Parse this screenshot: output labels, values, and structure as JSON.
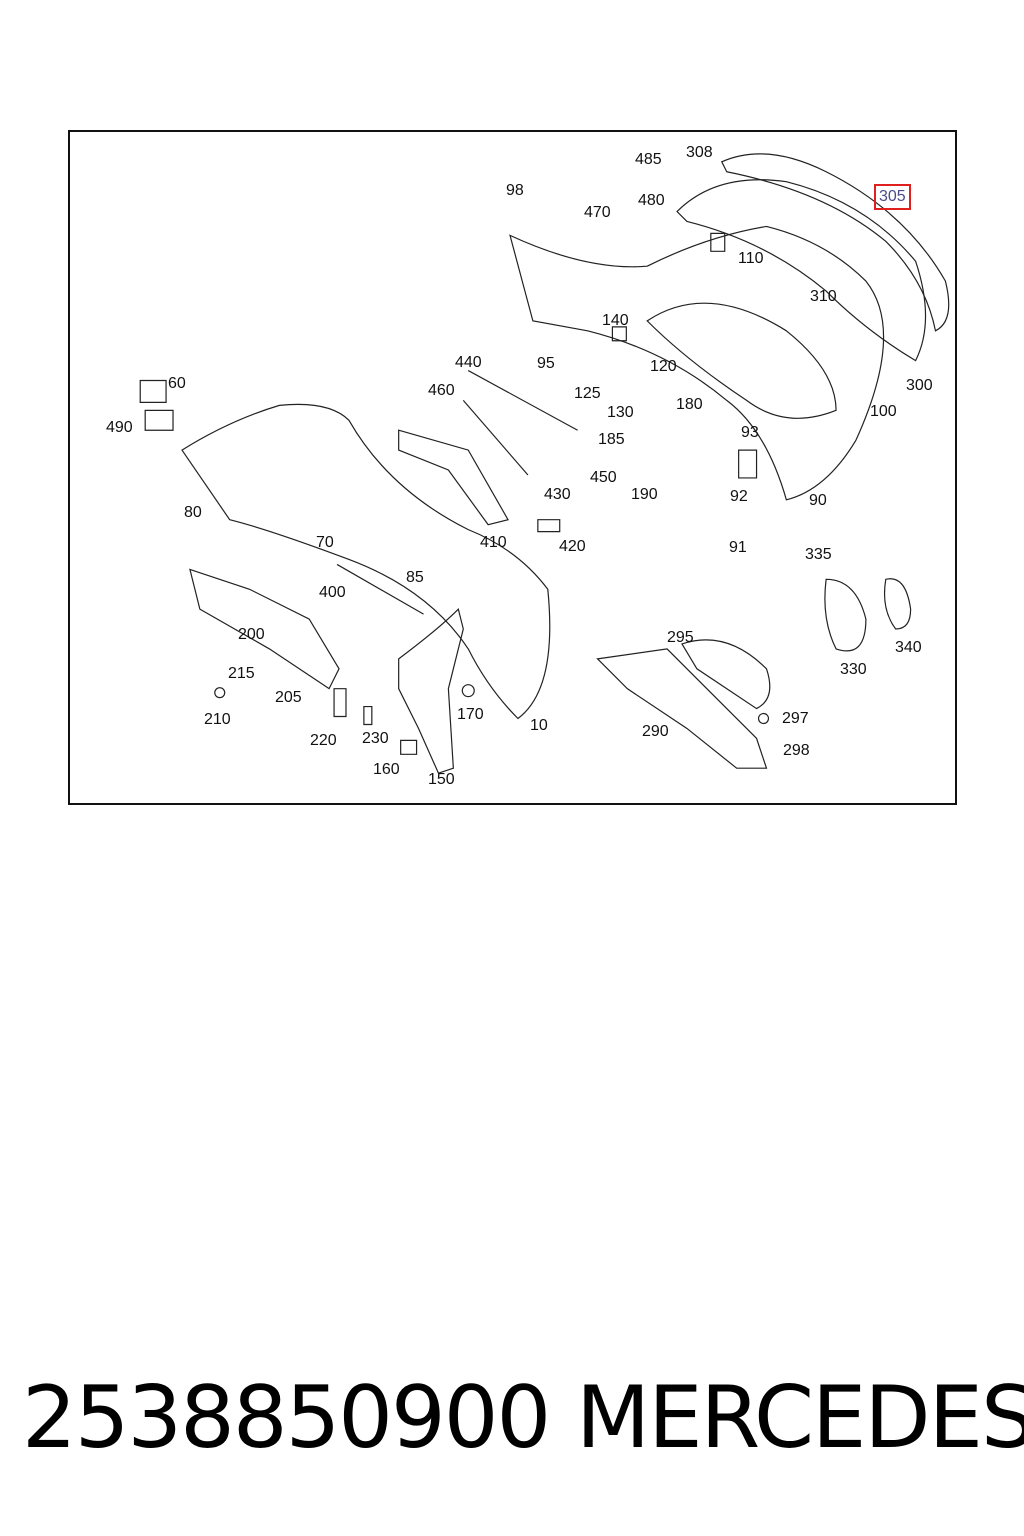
{
  "diagram": {
    "labels": {
      "l98": "98",
      "l485": "485",
      "l308": "308",
      "l470": "470",
      "l480": "480",
      "l305": "305",
      "l110": "110",
      "l310": "310",
      "l140": "140",
      "l95": "95",
      "l120": "120",
      "l300": "300",
      "l440": "440",
      "l60": "60",
      "l460": "460",
      "l125": "125",
      "l130": "130",
      "l180": "180",
      "l100": "100",
      "l490": "490",
      "l185": "185",
      "l93": "93",
      "l450": "450",
      "l430": "430",
      "l190": "190",
      "l92": "92",
      "l90": "90",
      "l80": "80",
      "l410": "410",
      "l420": "420",
      "l91": "91",
      "l70": "70",
      "l335": "335",
      "l85": "85",
      "l400": "400",
      "l200": "200",
      "l295": "295",
      "l330": "330",
      "l340": "340",
      "l215": "215",
      "l205": "205",
      "l210": "210",
      "l170": "170",
      "l10": "10",
      "l290": "290",
      "l297": "297",
      "l220": "220",
      "l230": "230",
      "l298": "298",
      "l160": "160",
      "l150": "150"
    },
    "highlighted_part": "305",
    "highlight_color": "#e0201f"
  },
  "footer": {
    "part_number": "2538850900",
    "brand": "MERCEDES"
  }
}
